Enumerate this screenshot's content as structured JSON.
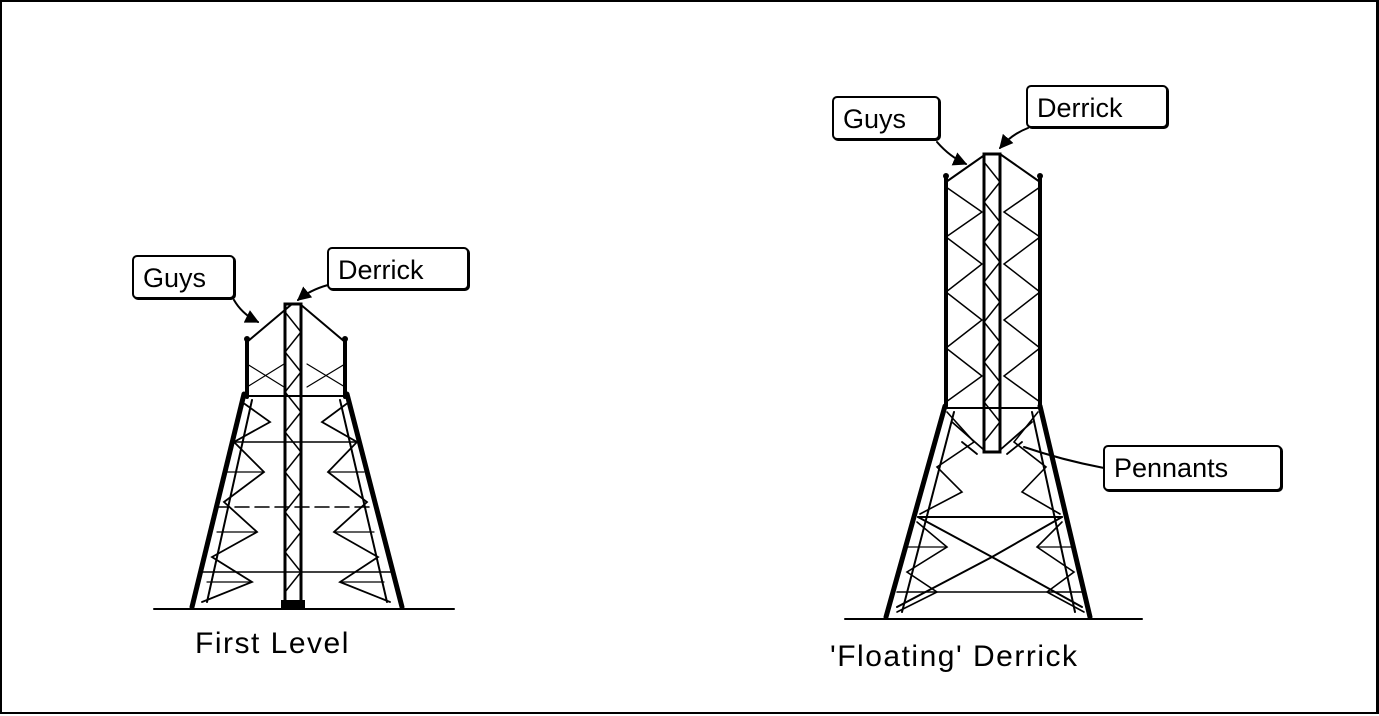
{
  "left_figure": {
    "guys_label": "Guys",
    "derrick_label": "Derrick",
    "caption": "First Level"
  },
  "right_figure": {
    "guys_label": "Guys",
    "derrick_label": "Derrick",
    "pennants_label": "Pennants",
    "caption": "'Floating' Derrick"
  }
}
